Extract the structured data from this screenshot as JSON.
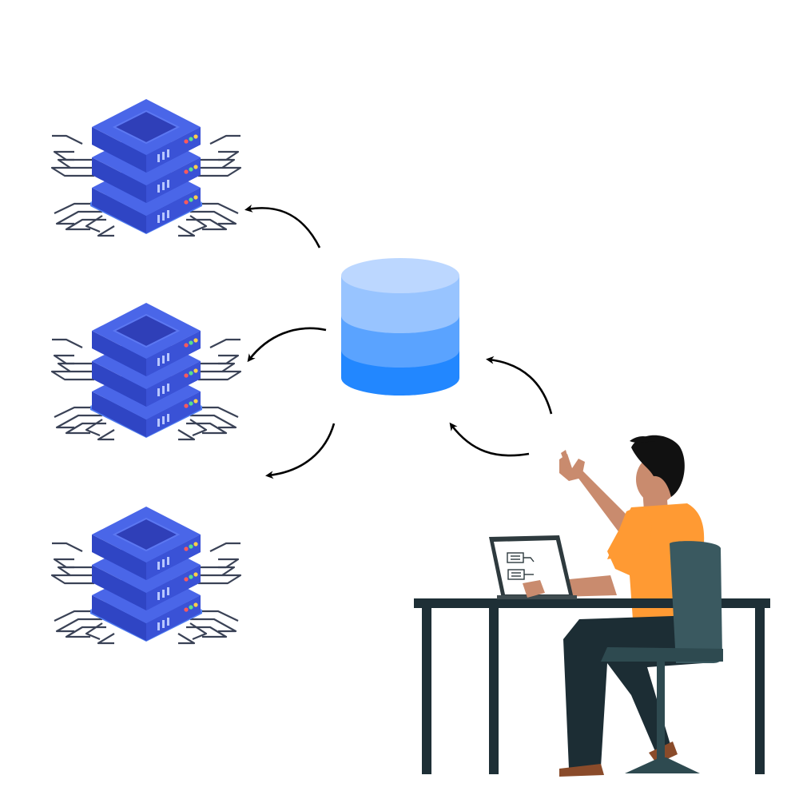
{
  "illustration": {
    "servers": [
      {
        "name": "server-top"
      },
      {
        "name": "server-middle"
      },
      {
        "name": "server-bottom"
      }
    ],
    "database": {
      "icon": "database-icon",
      "layers": 3
    },
    "arrows": {
      "count": 5,
      "icon": "curved-arrow-icon"
    },
    "person": {
      "icon": "person-at-desk-icon",
      "gesture": "pointing-up"
    },
    "laptop": {
      "icon": "laptop-icon"
    }
  },
  "colors": {
    "background": "#FFFFFF",
    "server_main": "#3F5BE0",
    "server_side": "#2F45C4",
    "server_top_inner": "#2F3FB8",
    "server_base": "#4E7BF0",
    "circuit_lines": "#3A4256",
    "db_top": "#BCD7FF",
    "db_layer_1": "#98C4FF",
    "db_layer_2": "#5AA3FF",
    "db_layer_3": "#2287FF",
    "arrow": "#000000",
    "shirt": "#FF9A33",
    "skin": "#C98B6E",
    "hair": "#111111",
    "pants": "#1C2D34",
    "desk": "#1E2F36",
    "chair": "#3A5960",
    "laptop_frame": "#2E3A3E"
  }
}
